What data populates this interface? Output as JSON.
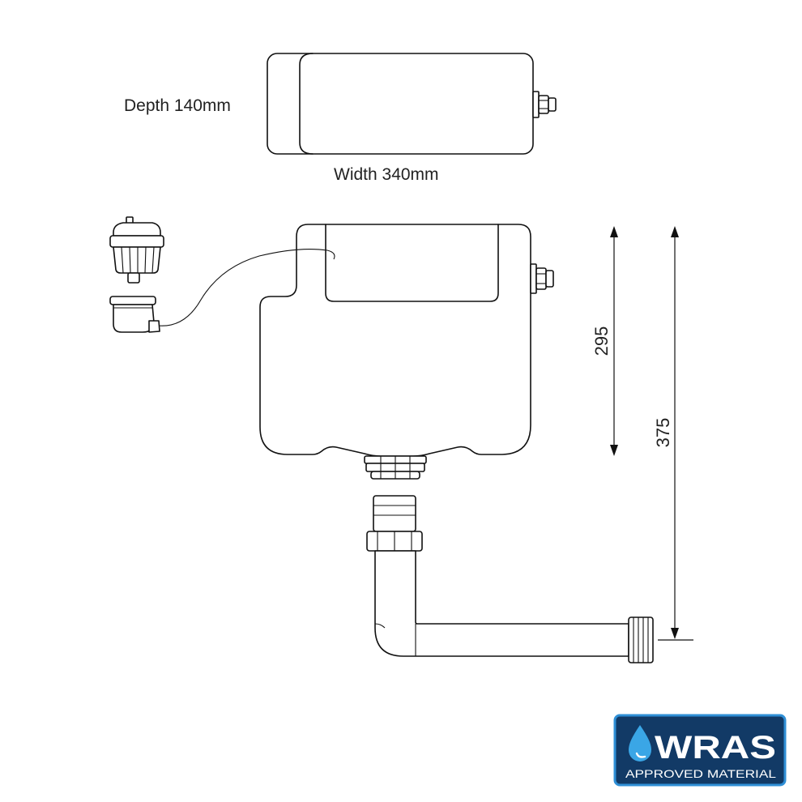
{
  "top_view": {
    "depth_label": "Depth 140mm",
    "width_label": "Width 340mm"
  },
  "front_view": {
    "dim_inner": "295",
    "dim_outer": "375"
  },
  "badge": {
    "title": "WRAS",
    "subtitle": "APPROVED MATERIAL",
    "bg_color": "#123a66",
    "border_color": "#2f8fd6",
    "drop_color": "#3aa6e6"
  }
}
